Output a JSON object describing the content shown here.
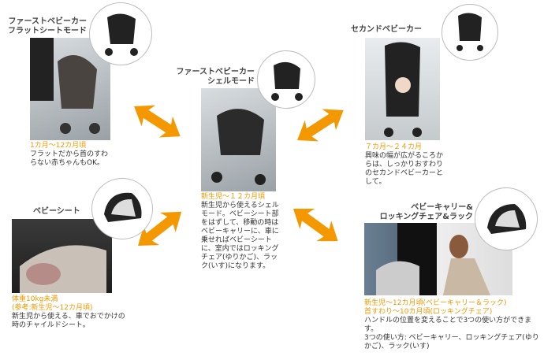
{
  "panels": {
    "flat": {
      "title_1": "ファーストベビーカー",
      "title_2": "フラットシートモード",
      "age": "1カ月～12カ月頃",
      "desc": "フラットだから首のすわらない赤ちゃんもOK。"
    },
    "shell": {
      "title_1": "ファーストベビーカー",
      "title_2": "シェルモード",
      "age": "新生児～１２カ月頃",
      "desc": "新生児から使えるシェルモード。ベビーシート部をはずして、移動の時はベビーキャリーに、車に乗せればベビーシートに、室内ではロッキングチェア(ゆりかご)、ラック(いす)になります。"
    },
    "second": {
      "title_1": "セカンドベビーカー",
      "age": "７カ月～２４カ月",
      "desc": "興味の幅が広がるころからは、しっかりおすわりのセカンドベビーカーとして。"
    },
    "seat": {
      "title_1": "ベビーシート",
      "age_1": "体重10kg未満",
      "age_2": "(参考:新生児～12カ月頃)",
      "desc": "新生児から使える、車でおでかけの時のチャイルドシート。"
    },
    "carrier": {
      "title_1": "ベビーキャリー&",
      "title_2": "ロッキングチェア&ラック",
      "age_1": "新生児～12カ月頃(ベビーキャリー＆ラック)",
      "age_2": "首すわり～10カ月頃(ロッキングチェア)",
      "desc_1": "ハンドルの位置を変えることで3つの使い方ができます。",
      "desc_2": "3つの使い方: ベビーキャリー、ロッキングチェア(ゆりかご)、ラック(いす)"
    }
  },
  "colors": {
    "accent": "#f39800",
    "text": "#333333"
  }
}
